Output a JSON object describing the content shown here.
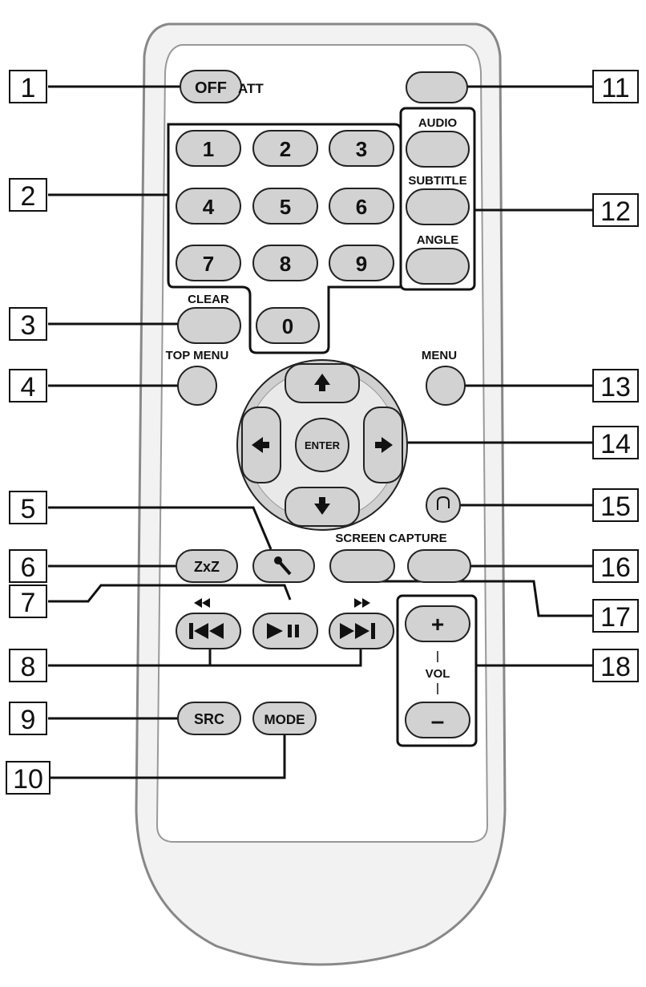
{
  "callouts": [
    "1",
    "2",
    "3",
    "4",
    "5",
    "6",
    "7",
    "8",
    "9",
    "10",
    "11",
    "12",
    "13",
    "14",
    "15",
    "16",
    "17",
    "18"
  ],
  "buttons": {
    "off": "OFF",
    "att": "ATT",
    "digits": [
      "1",
      "2",
      "3",
      "4",
      "5",
      "6",
      "7",
      "8",
      "9",
      "0"
    ],
    "clear": "CLEAR",
    "top_menu": "TOP MENU",
    "audio": "AUDIO",
    "subtitle": "SUBTITLE",
    "angle": "ANGLE",
    "menu": "MENU",
    "enter": "ENTER",
    "zxz": "ZxZ",
    "screen_capture": "SCREEN CAPTURE",
    "src": "SRC",
    "mode": "MODE",
    "vol": "VOL",
    "vol_plus": "+",
    "vol_minus": "–"
  }
}
